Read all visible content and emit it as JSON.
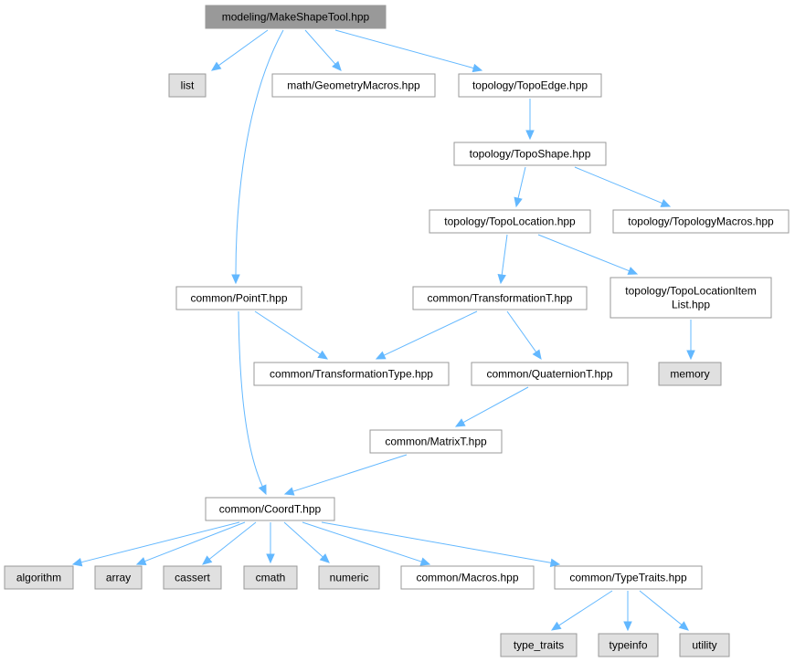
{
  "diagram": {
    "nodes": [
      {
        "id": "root",
        "label": [
          "modeling/MakeShapeTool.hpp"
        ],
        "kind": "root"
      },
      {
        "id": "list",
        "label": [
          "list"
        ],
        "kind": "system"
      },
      {
        "id": "geommacros",
        "label": [
          "math/GeometryMacros.hpp"
        ],
        "kind": "project"
      },
      {
        "id": "topoedge",
        "label": [
          "topology/TopoEdge.hpp"
        ],
        "kind": "project"
      },
      {
        "id": "toposhape",
        "label": [
          "topology/TopoShape.hpp"
        ],
        "kind": "project"
      },
      {
        "id": "topolocation",
        "label": [
          "topology/TopoLocation.hpp"
        ],
        "kind": "project"
      },
      {
        "id": "topomacros",
        "label": [
          "topology/TopologyMacros.hpp"
        ],
        "kind": "project"
      },
      {
        "id": "pointt",
        "label": [
          "common/PointT.hpp"
        ],
        "kind": "project"
      },
      {
        "id": "transformationt",
        "label": [
          "common/TransformationT.hpp"
        ],
        "kind": "project"
      },
      {
        "id": "topolocitemlist",
        "label": [
          "topology/TopoLocationItem",
          "List.hpp"
        ],
        "kind": "project"
      },
      {
        "id": "transformationtype",
        "label": [
          "common/TransformationType.hpp"
        ],
        "kind": "project"
      },
      {
        "id": "quaterniont",
        "label": [
          "common/QuaternionT.hpp"
        ],
        "kind": "project"
      },
      {
        "id": "memory",
        "label": [
          "memory"
        ],
        "kind": "system"
      },
      {
        "id": "matrixt",
        "label": [
          "common/MatrixT.hpp"
        ],
        "kind": "project"
      },
      {
        "id": "coordt",
        "label": [
          "common/CoordT.hpp"
        ],
        "kind": "project"
      },
      {
        "id": "algorithm",
        "label": [
          "algorithm"
        ],
        "kind": "system"
      },
      {
        "id": "array",
        "label": [
          "array"
        ],
        "kind": "system"
      },
      {
        "id": "cassert",
        "label": [
          "cassert"
        ],
        "kind": "system"
      },
      {
        "id": "cmath",
        "label": [
          "cmath"
        ],
        "kind": "system"
      },
      {
        "id": "numeric",
        "label": [
          "numeric"
        ],
        "kind": "system"
      },
      {
        "id": "macros",
        "label": [
          "common/Macros.hpp"
        ],
        "kind": "project"
      },
      {
        "id": "typetraits",
        "label": [
          "common/TypeTraits.hpp"
        ],
        "kind": "project"
      },
      {
        "id": "type_traits",
        "label": [
          "type_traits"
        ],
        "kind": "system"
      },
      {
        "id": "typeinfo",
        "label": [
          "typeinfo"
        ],
        "kind": "system"
      },
      {
        "id": "utility",
        "label": [
          "utility"
        ],
        "kind": "system"
      }
    ],
    "edges": [
      {
        "from": "root",
        "to": "list"
      },
      {
        "from": "root",
        "to": "geommacros"
      },
      {
        "from": "root",
        "to": "topoedge"
      },
      {
        "from": "root",
        "to": "pointt"
      },
      {
        "from": "topoedge",
        "to": "toposhape"
      },
      {
        "from": "toposhape",
        "to": "topolocation"
      },
      {
        "from": "toposhape",
        "to": "topomacros"
      },
      {
        "from": "topolocation",
        "to": "transformationt"
      },
      {
        "from": "topolocation",
        "to": "topolocitemlist"
      },
      {
        "from": "topolocitemlist",
        "to": "memory"
      },
      {
        "from": "pointt",
        "to": "transformationtype"
      },
      {
        "from": "pointt",
        "to": "coordt"
      },
      {
        "from": "transformationt",
        "to": "transformationtype"
      },
      {
        "from": "transformationt",
        "to": "quaterniont"
      },
      {
        "from": "quaterniont",
        "to": "matrixt"
      },
      {
        "from": "matrixt",
        "to": "coordt"
      },
      {
        "from": "coordt",
        "to": "algorithm"
      },
      {
        "from": "coordt",
        "to": "array"
      },
      {
        "from": "coordt",
        "to": "cassert"
      },
      {
        "from": "coordt",
        "to": "cmath"
      },
      {
        "from": "coordt",
        "to": "numeric"
      },
      {
        "from": "coordt",
        "to": "macros"
      },
      {
        "from": "coordt",
        "to": "typetraits"
      },
      {
        "from": "typetraits",
        "to": "type_traits"
      },
      {
        "from": "typetraits",
        "to": "typeinfo"
      },
      {
        "from": "typetraits",
        "to": "utility"
      }
    ],
    "colors": {
      "root_fill": "#999999",
      "system_fill": "#e0e0e0",
      "project_fill": "#ffffff",
      "border": "#999999",
      "edge": "#63b8ff",
      "text": "#000000"
    }
  }
}
